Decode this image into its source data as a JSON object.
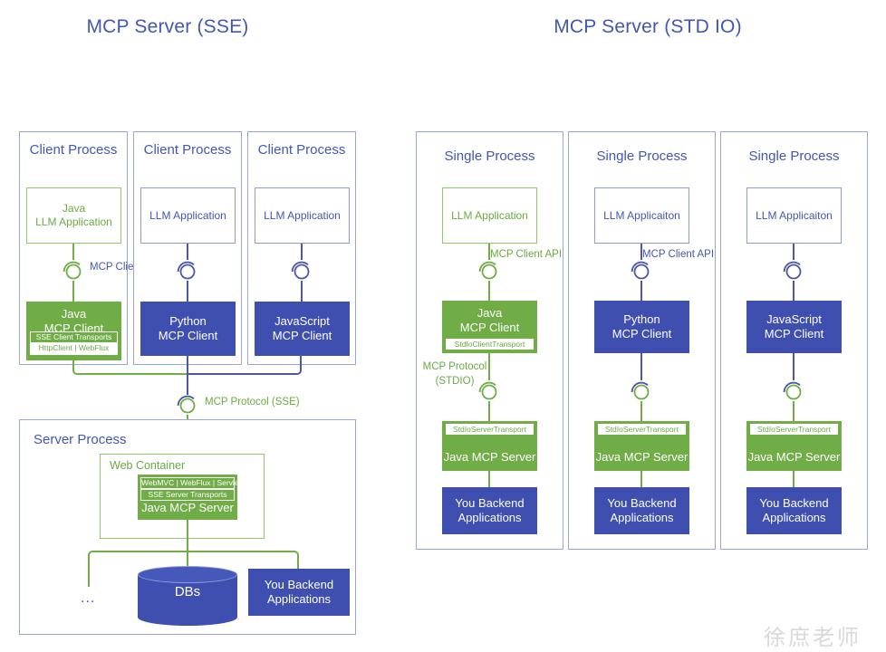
{
  "page": {
    "watermark": "徐庶老师",
    "colors": {
      "green_fill": "#70AD47",
      "green_outline": "#8FC866",
      "green_text": "#6AAB43",
      "blue_fill": "#3F4FB0",
      "blue_outline": "#9AA4DD",
      "blue_text": "#4257B2",
      "background": "#FFFFFF"
    }
  },
  "diagrams": [
    {
      "id": "sse",
      "title": "MCP Server (SSE)",
      "processes": [
        {
          "label": "Client Process",
          "app": {
            "lines": [
              "Java",
              "LLM Application"
            ],
            "style": "outline-green"
          },
          "connector": {
            "label": "MCP Client API",
            "arc": "green",
            "circle": "green"
          },
          "client": {
            "lines": [
              "Java",
              "MCP Client"
            ],
            "style": "fill-green",
            "strips": [
              "SSE Client Transports",
              "HttpClient | WebFlux"
            ]
          }
        },
        {
          "label": "Client Process",
          "app": {
            "lines": [
              "LLM Application"
            ],
            "style": "outline-blue"
          },
          "connector": {
            "label": "",
            "arc": "blue",
            "circle": "blue"
          },
          "client": {
            "lines": [
              "Python",
              "MCP Client"
            ],
            "style": "fill-blue",
            "strips": []
          }
        },
        {
          "label": "Client Process",
          "app": {
            "lines": [
              "LLM Application"
            ],
            "style": "outline-blue"
          },
          "connector": {
            "label": "",
            "arc": "blue",
            "circle": "blue"
          },
          "client": {
            "lines": [
              "JavaScript",
              "MCP Client"
            ],
            "style": "fill-blue",
            "strips": []
          }
        }
      ],
      "protocol": {
        "label": "MCP Protocol (SSE)",
        "arc": "blue",
        "circle": "green"
      },
      "server": {
        "label": "Server Process",
        "web_container": {
          "label": "Web Container",
          "server_box": {
            "strips": [
              "WebMVC | WebFlux | Servlet",
              "SSE Server Transports"
            ],
            "title": "Java MCP Server"
          }
        },
        "backends": {
          "ellipsis": "...",
          "db_label": "DBs",
          "app_lines": [
            "You Backend",
            "Applications"
          ]
        }
      }
    },
    {
      "id": "stdio",
      "title": "MCP Server (STD IO)",
      "processes": [
        {
          "label": "Single Process",
          "app": {
            "lines": [
              "LLM Application"
            ],
            "style": "outline-green"
          },
          "connector": {
            "label": "MCP Client API",
            "arc": "green",
            "circle": "green"
          },
          "client": {
            "lines": [
              "Java",
              "MCP Client"
            ],
            "style": "fill-green",
            "strips": [
              "StdIoClientTransport"
            ]
          },
          "protocol": {
            "lines": [
              "MCP Protocol",
              "(STDIO)"
            ],
            "arc": "green",
            "circle": "green"
          },
          "server": {
            "strip": "StdIoServerTransport",
            "title": "Java MCP Server"
          },
          "backend": {
            "lines": [
              "You Backend",
              "Applications"
            ]
          }
        },
        {
          "label": "Single Process",
          "app": {
            "lines": [
              "LLM Applicaiton"
            ],
            "style": "outline-blue"
          },
          "connector": {
            "label": "MCP Client API",
            "arc": "blue",
            "circle": "blue"
          },
          "client": {
            "lines": [
              "Python",
              "MCP Client"
            ],
            "style": "fill-blue",
            "strips": []
          },
          "protocol": {
            "lines": [],
            "arc": "blue",
            "circle": "green"
          },
          "server": {
            "strip": "StdIoServerTransport",
            "title": "Java MCP Server"
          },
          "backend": {
            "lines": [
              "You Backend",
              "Applications"
            ]
          }
        },
        {
          "label": "Single Process",
          "app": {
            "lines": [
              "LLM Applicaiton"
            ],
            "style": "outline-blue"
          },
          "connector": {
            "label": "",
            "arc": "blue",
            "circle": "blue"
          },
          "client": {
            "lines": [
              "JavaScript",
              "MCP Client"
            ],
            "style": "fill-blue",
            "strips": []
          },
          "protocol": {
            "lines": [],
            "arc": "blue",
            "circle": "green"
          },
          "server": {
            "strip": "StdIoServerTransport",
            "title": "Java MCP Server"
          },
          "backend": {
            "lines": [
              "You Backend",
              "Applications"
            ]
          }
        }
      ]
    }
  ]
}
